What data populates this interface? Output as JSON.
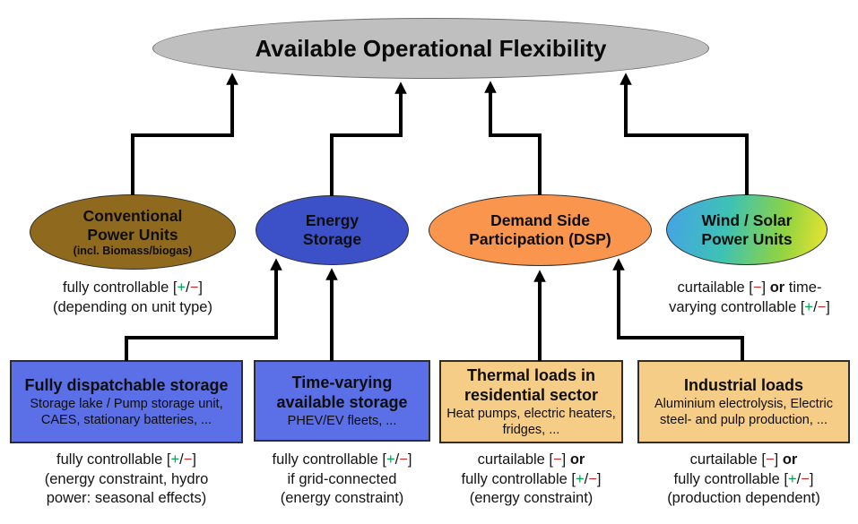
{
  "top": {
    "label": "Available Operational Flexibility"
  },
  "categories": [
    {
      "label_line1": "Conventional",
      "label_line2": "Power Units",
      "label_line3": "(incl. Biomass/biogas)",
      "caption": [
        "fully controllable [+/−]",
        "(depending on unit type)"
      ]
    },
    {
      "label_line1": "Energy",
      "label_line2": "Storage"
    },
    {
      "label_line1": "Demand Side",
      "label_line2": "Participation (DSP)"
    },
    {
      "label_line1": "Wind / Solar",
      "label_line2": "Power Units",
      "caption": [
        "curtailable [−] or time-",
        "varying controllable [+/−]"
      ]
    }
  ],
  "sources": [
    {
      "title": "Fully dispatchable storage",
      "subtitle": "Storage lake / Pump storage unit, CAES, stationary batteries, ...",
      "caption": [
        "fully controllable [+/−]",
        "(energy constraint, hydro",
        "power: seasonal effects)"
      ]
    },
    {
      "title": "Time-varying available storage",
      "subtitle": "PHEV/EV fleets, ...",
      "caption": [
        "fully controllable [+/−]",
        "if grid-connected",
        "(energy constraint)"
      ]
    },
    {
      "title": "Thermal loads in residential sector",
      "subtitle": "Heat pumps, electric heaters, fridges, ...",
      "caption": [
        "curtailable [−] or",
        "fully controllable [+/−]",
        "(energy constraint)"
      ]
    },
    {
      "title": "Industrial loads",
      "subtitle": "Aluminium electrolysis, Electric steel- and pulp production, ...",
      "caption": [
        "curtailable [−] or",
        "fully controllable [+/−]",
        "(production dependent)"
      ]
    }
  ],
  "colors": {
    "plus": "#00A651",
    "minus": "#C62828",
    "arrow": "#000000",
    "top_fill": "#BFBFBF",
    "conventional_fill": "#8F6A1E",
    "storage_ellipse_fill": "#3C50C8",
    "dsp_fill": "#F9954C",
    "wind_solar_fill": "linear-gradient(100deg, #45A2E8 0%, #3EC2B4 38%, #8FD341 72%, #F0E52F 100%)",
    "storage_box_fill": "#5B6FE6",
    "load_box_fill": "#F6CD86"
  }
}
